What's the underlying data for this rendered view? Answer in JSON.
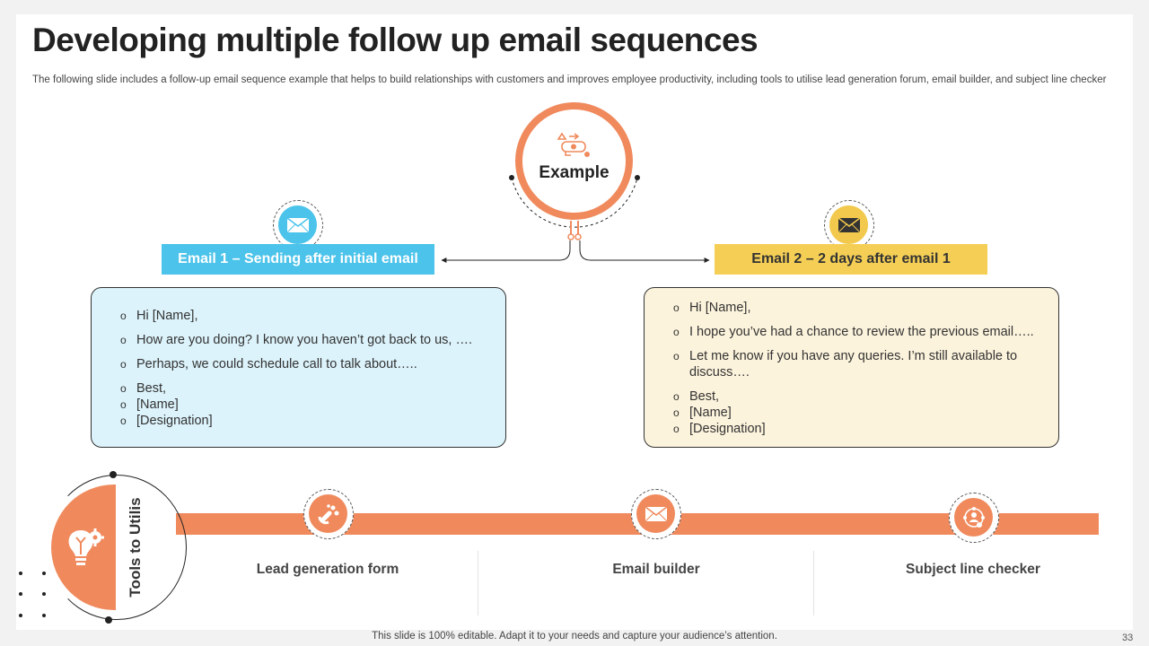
{
  "slide": {
    "title": "Developing multiple follow up email sequences",
    "subtitle": "The following slide includes a follow-up email sequence example that helps to build relationships with customers and improves employee productivity, including tools to utilise lead generation forum, email builder, and subject line checker",
    "example_label": "Example",
    "email1": {
      "heading": "Email 1 – Sending after initial email",
      "items": [
        "Hi [Name],",
        "How are you doing? I know you haven’t got back to us, ….",
        "Perhaps, we could schedule call to talk about…..",
        "Best,",
        "[Name]",
        "[Designation]"
      ]
    },
    "email2": {
      "heading": "Email 2 – 2 days after email 1",
      "items": [
        "Hi [Name],",
        "I hope you’ve had a chance to review the previous email…..",
        "Let me know if you have any queries. I’m still available to discuss….",
        "Best,",
        "[Name]",
        "[Designation]"
      ]
    },
    "tools": {
      "heading": "Tools to Utilis",
      "items": [
        {
          "label": "Lead generation form",
          "icon": "magnet-icon"
        },
        {
          "label": "Email builder",
          "icon": "envelope-icon"
        },
        {
          "label": "Subject line checker",
          "icon": "network-user-icon"
        }
      ]
    },
    "footer": "This slide is 100% editable. Adapt it to your needs and capture your audience’s attention.",
    "page_number": "33"
  },
  "colors": {
    "accent_orange": "#f08a5d",
    "accent_blue": "#4cc3ea",
    "accent_yellow": "#f5cf55",
    "box_blue": "#dcf3fb",
    "box_yellow": "#fcf3dc"
  }
}
